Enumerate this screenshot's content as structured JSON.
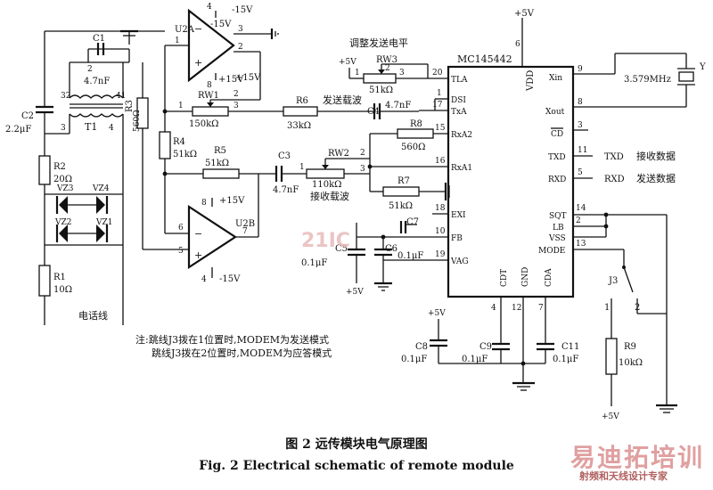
{
  "chip": {
    "name": "MC145442",
    "vdd": "VDD",
    "supply": "+5V",
    "vdd_pin": "6"
  },
  "left_pins": [
    {
      "num": "20",
      "name": "TLA"
    },
    {
      "num": "1",
      "name": "DSI"
    },
    {
      "num": "17",
      "name": "TxA"
    },
    {
      "num": "15",
      "name": "RxA2"
    },
    {
      "num": "16",
      "name": "RxA1"
    },
    {
      "num": "18",
      "name": "EXI"
    },
    {
      "num": "10",
      "name": "FB"
    },
    {
      "num": "19",
      "name": "VAG"
    }
  ],
  "right_pins": [
    {
      "num": "9",
      "name": "Xin"
    },
    {
      "num": "8",
      "name": "Xout"
    },
    {
      "num": "3",
      "name": "CD"
    },
    {
      "num": "11",
      "name": "TXD"
    },
    {
      "num": "5",
      "name": "RXD"
    },
    {
      "num": "14",
      "name": "SQT"
    },
    {
      "num": "2",
      "name": "LB"
    },
    {
      "num": "",
      "name": "VSS"
    },
    {
      "num": "13",
      "name": "MODE"
    }
  ],
  "bottom_pins": [
    {
      "num": "4",
      "name": "CDT"
    },
    {
      "num": "12",
      "name": "GND"
    },
    {
      "num": "7",
      "name": "CDA"
    }
  ],
  "signals": {
    "txd": "TXD",
    "rxd": "RXD",
    "txd_cn": "接收数据",
    "rxd_cn": "发送数据"
  },
  "crystal": {
    "freq": "3.579MHz",
    "ref": "Y"
  },
  "opamps": {
    "u2a": {
      "name": "U2A",
      "neg_supply": "-15V",
      "pos_supply": "+15V",
      "pin_vneg": "4",
      "pin_vpos": "8",
      "pin_out": "1",
      "pin_a": "3",
      "pin_b": "2"
    },
    "u2b": {
      "name": "U2B",
      "neg_supply": "-15V",
      "pos_supply": "+15V",
      "pin_vneg": "4",
      "pin_vpos": "8",
      "pin_out": "7",
      "pin_a": "6",
      "pin_b": "5"
    }
  },
  "components": {
    "c1": {
      "ref": "C1",
      "value": "4.7nF"
    },
    "c2": {
      "ref": "C2",
      "value": "2.2μF"
    },
    "c3": {
      "ref": "C3",
      "value": "4.7nF"
    },
    "c4": {
      "ref": "C4",
      "value": "4.7nF"
    },
    "c5": {
      "ref": "C5",
      "value": "0.1μF"
    },
    "c6": {
      "ref": "C6",
      "value": "0.1μF"
    },
    "c7": {
      "ref": "C7",
      "value": ""
    },
    "c8": {
      "ref": "C8",
      "value": "0.1μF"
    },
    "c9": {
      "ref": "C9",
      "value": "0.1μF"
    },
    "c11": {
      "ref": "C11",
      "value": "0.1μF"
    },
    "r1": {
      "ref": "R1",
      "value": "10Ω"
    },
    "r2": {
      "ref": "R2",
      "value": "20Ω"
    },
    "r3": {
      "ref": "R3",
      "value": "560Ω"
    },
    "r4": {
      "ref": "R4",
      "value": "51kΩ"
    },
    "r5": {
      "ref": "R5",
      "value": "51kΩ"
    },
    "r6": {
      "ref": "R6",
      "value": "33kΩ"
    },
    "r7": {
      "ref": "R7",
      "value": "51kΩ"
    },
    "r8": {
      "ref": "R8",
      "value": "560Ω"
    },
    "r9": {
      "ref": "R9",
      "value": "10kΩ"
    },
    "rw1": {
      "ref": "RW1",
      "value": "150kΩ"
    },
    "rw2": {
      "ref": "RW2",
      "value": "110kΩ"
    },
    "rw3": {
      "ref": "RW3",
      "value": "51kΩ"
    },
    "t1": {
      "ref": "T1"
    },
    "vz1": {
      "ref": "VZ1"
    },
    "vz2": {
      "ref": "VZ2"
    },
    "vz3": {
      "ref": "VZ3"
    },
    "vz4": {
      "ref": "VZ4"
    },
    "j3": {
      "ref": "J3",
      "pos1": "1",
      "pos2": "2"
    }
  },
  "t1_pins": {
    "p2": "2",
    "p32": "32",
    "p41": "41",
    "p3": "3",
    "p4": "4"
  },
  "pot_pins": {
    "p1": "1",
    "p2": "2",
    "p3": "3"
  },
  "labels": {
    "adjust_tx": "调整发送电平",
    "tx_carrier": "发送载波",
    "rx_carrier": "接收载波",
    "phone_line": "电话线",
    "plus5v": "+5V",
    "plus15v": "+15V",
    "minus15v": "-15V"
  },
  "note": {
    "line1": "注:跳线J3拨在1位置时,MODEM为发送模式",
    "line2": "跳线J3拨在2位置时,MODEM为应答模式"
  },
  "caption": {
    "cn": "图 2   远传模块电气原理图",
    "en": "Fig. 2   Electrical schematic of remote module"
  },
  "watermark": {
    "big": "易迪拓培训",
    "small": "射频和天线设计专家",
    "mid": "21IC"
  }
}
